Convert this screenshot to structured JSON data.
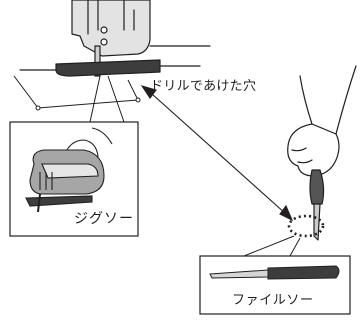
{
  "labels": {
    "hole": "ドリルであけた穴",
    "jigsaw": "ジグソー",
    "file_saw": "ファイルソー"
  },
  "colors": {
    "line": "#231f20",
    "light_gray": "#d9d9d9",
    "mid_gray": "#9a9a9a",
    "dark_gray": "#4a4a4a",
    "background": "#ffffff"
  }
}
